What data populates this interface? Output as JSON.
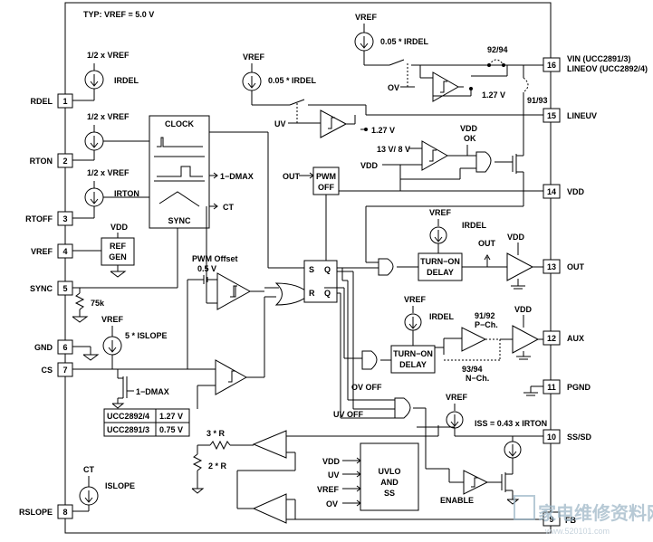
{
  "header": {
    "typ_vref": "TYP: VREF = 5.0 V"
  },
  "pins_left": [
    {
      "num": "1",
      "name": "RDEL"
    },
    {
      "num": "2",
      "name": "RTON"
    },
    {
      "num": "3",
      "name": "RTOFF"
    },
    {
      "num": "4",
      "name": "VREF"
    },
    {
      "num": "5",
      "name": "SYNC"
    },
    {
      "num": "6",
      "name": "GND"
    },
    {
      "num": "7",
      "name": "CS"
    },
    {
      "num": "8",
      "name": "RSLOPE"
    }
  ],
  "pins_right": [
    {
      "num": "16",
      "name1": "VIN (UCC2891/3)",
      "name2": "LINEOV (UCC2892/4)"
    },
    {
      "num": "15",
      "name": "LINEUV"
    },
    {
      "num": "14",
      "name": "VDD"
    },
    {
      "num": "13",
      "name": "OUT"
    },
    {
      "num": "12",
      "name": "AUX"
    },
    {
      "num": "11",
      "name": "PGND"
    },
    {
      "num": "10",
      "name": "SS/SD"
    },
    {
      "num": "9",
      "name": "FB"
    }
  ],
  "labels": {
    "half_vref_1": "1/2 x VREF",
    "irdel": "IRDEL",
    "half_vref_2": "1/2 x VREF",
    "half_vref_3": "1/2 x VREF",
    "irton": "IRTON",
    "vdd_ref": "VDD",
    "ref": "REF",
    "gen": "GEN",
    "clock": "CLOCK",
    "sync_block": "SYNC",
    "one_minus_dmax": "1−DMAX",
    "ct": "CT",
    "vref_top": "VREF",
    "irdel_005_top": "0.05 * IRDEL",
    "vref_mid": "VREF",
    "irdel_005_mid": "0.05 * IRDEL",
    "ov": "OV",
    "uv": "UV",
    "v127_a": "1.27 V",
    "v127_b": "1.27 V",
    "v9294": "92/94",
    "v9193": "91/93",
    "vdd_ok_1": "VDD",
    "vdd_ok_2": "OK",
    "v13_8": "13 V/ 8 V",
    "vdd_left": "VDD",
    "out_pwm": "OUT",
    "pwm": "PWM",
    "off": "OFF",
    "vref_rdel": "VREF",
    "irdel_rdel": "IRDEL",
    "out_small": "OUT",
    "vdd_drv1": "VDD",
    "turn_on_1": "TURN−ON",
    "delay_1": "DELAY",
    "s": "S",
    "q": "Q",
    "r": "R",
    "qbar": "Q",
    "pwm_offset": "PWM Offset",
    "v05": "0.5 V",
    "r75k": "75k",
    "vref_islope": "VREF",
    "islope5": "5 * ISLOPE",
    "vref_aux": "VREF",
    "irdel_aux": "IRDEL",
    "p9192": "91/92",
    "pch": "P−Ch.",
    "n9394": "93/94",
    "nch": "N−Ch.",
    "vdd_drv2": "VDD",
    "turn_on_2": "TURN−ON",
    "delay_2": "DELAY",
    "one_minus_dmax_2": "1−DMAX",
    "ov_off": "OV OFF",
    "uv_off": "UV OFF",
    "vref_ss": "VREF",
    "iss": "ISS = 0.43 x IRTON",
    "tbl_r1_a": "UCC2892/4",
    "tbl_r1_b": "1.27 V",
    "tbl_r2_a": "UCC2891/3",
    "tbl_r2_b": "0.75 V",
    "r3": "3 * R",
    "r2": "2 * R",
    "uvlo_vdd": "VDD",
    "uvlo_uv": "UV",
    "uvlo_vref": "VREF",
    "uvlo_ov": "OV",
    "uvlo": "UVLO",
    "and": "AND",
    "ss": "SS",
    "enable": "ENABLE",
    "ct_bottom": "CT",
    "islope": "ISLOPE"
  },
  "watermark": {
    "main": "家电维修资料网",
    "sub": "www.520101.com"
  }
}
